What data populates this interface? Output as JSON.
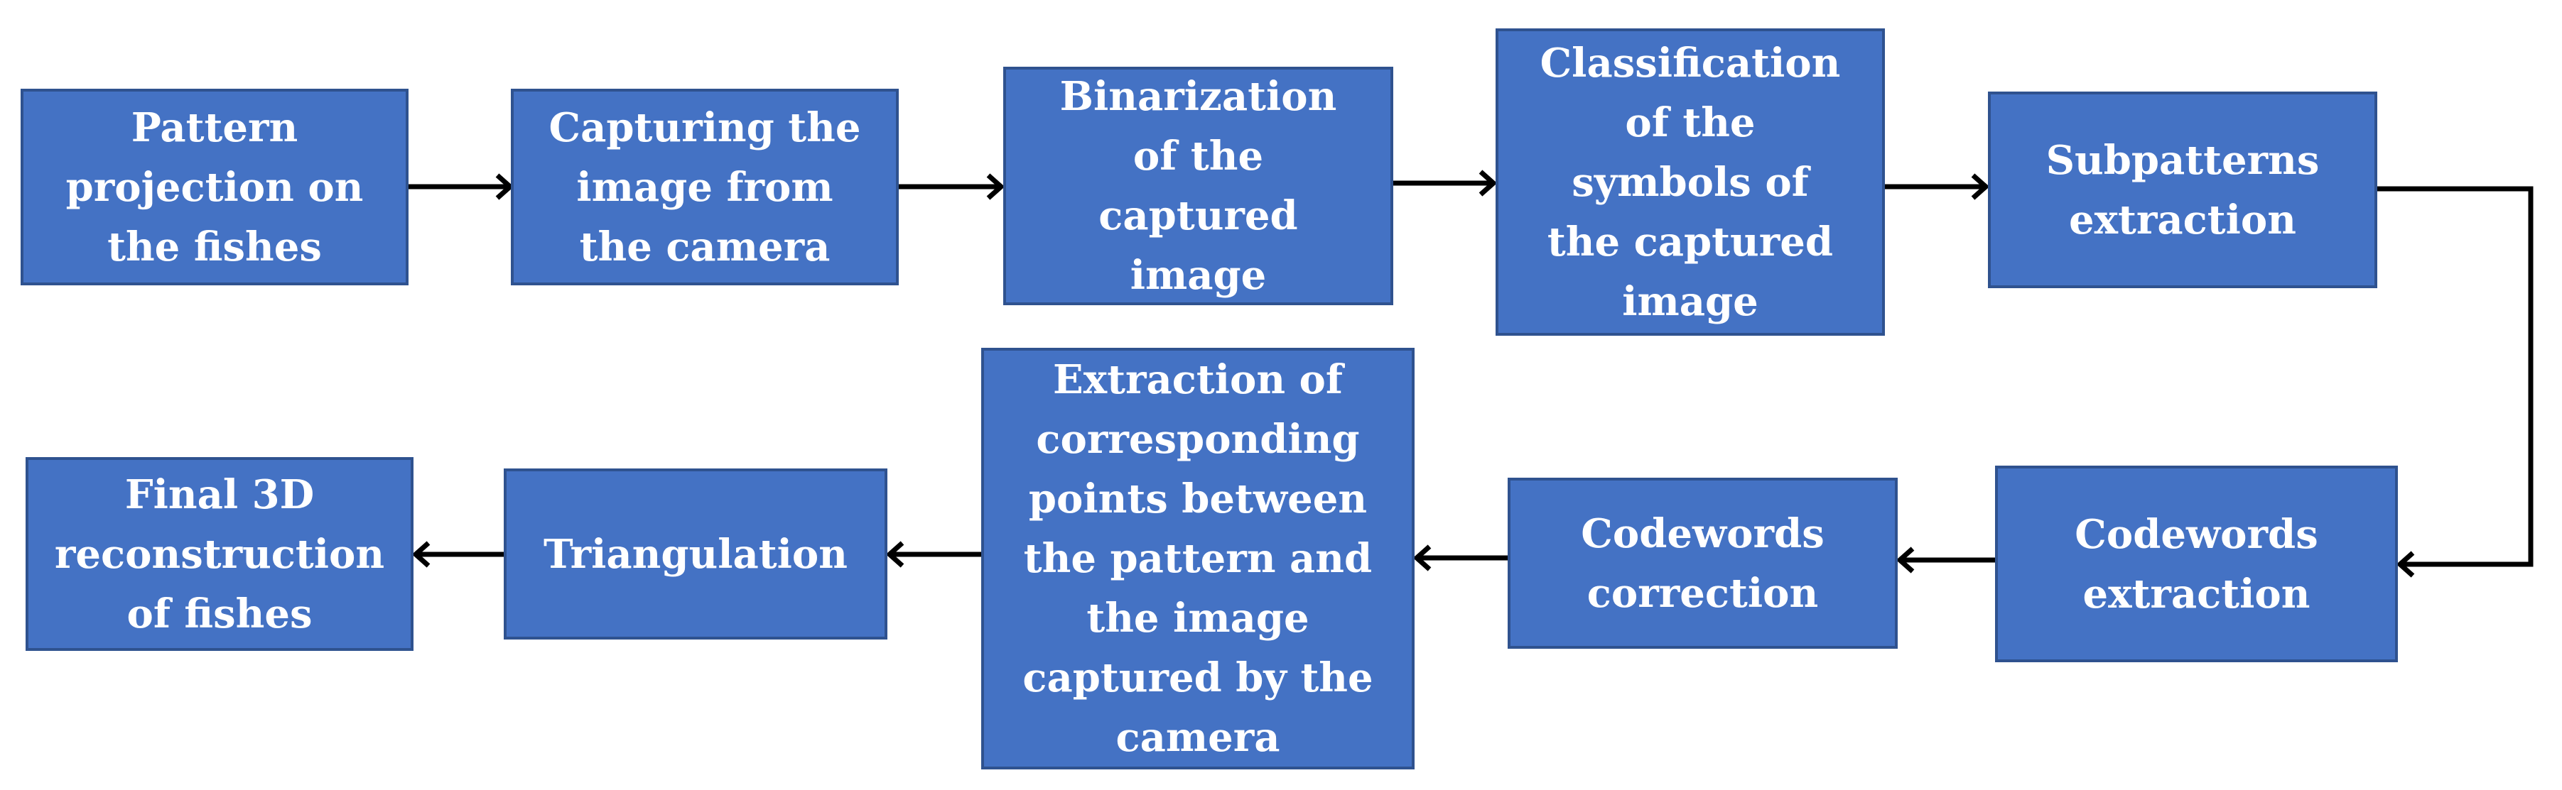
{
  "diagram": {
    "steps": [
      {
        "id": "s1",
        "label": "Pattern\nprojection on\nthe fishes"
      },
      {
        "id": "s2",
        "label": "Capturing the\nimage from\nthe camera"
      },
      {
        "id": "s3",
        "label": "Binarization\nof the\ncaptured\nimage"
      },
      {
        "id": "s4",
        "label": "Classification\nof the\nsymbols of\nthe captured\nimage"
      },
      {
        "id": "s5",
        "label": "Subpatterns\nextraction"
      },
      {
        "id": "s6",
        "label": "Codewords\nextraction"
      },
      {
        "id": "s7",
        "label": "Codewords\ncorrection"
      },
      {
        "id": "s8",
        "label": "Extraction of\ncorresponding\npoints between\nthe pattern and\nthe image\ncaptured by the\ncamera"
      },
      {
        "id": "s9",
        "label": "Triangulation"
      },
      {
        "id": "s10",
        "label": "Final 3D\nreconstruction\nof fishes"
      }
    ],
    "flow": [
      "s1",
      "s2",
      "s3",
      "s4",
      "s5",
      "s6",
      "s7",
      "s8",
      "s9",
      "s10"
    ],
    "colors": {
      "box_fill": "#4472C4",
      "box_border": "#2F528F",
      "text": "#FFFFFF",
      "arrow": "#000000"
    }
  }
}
